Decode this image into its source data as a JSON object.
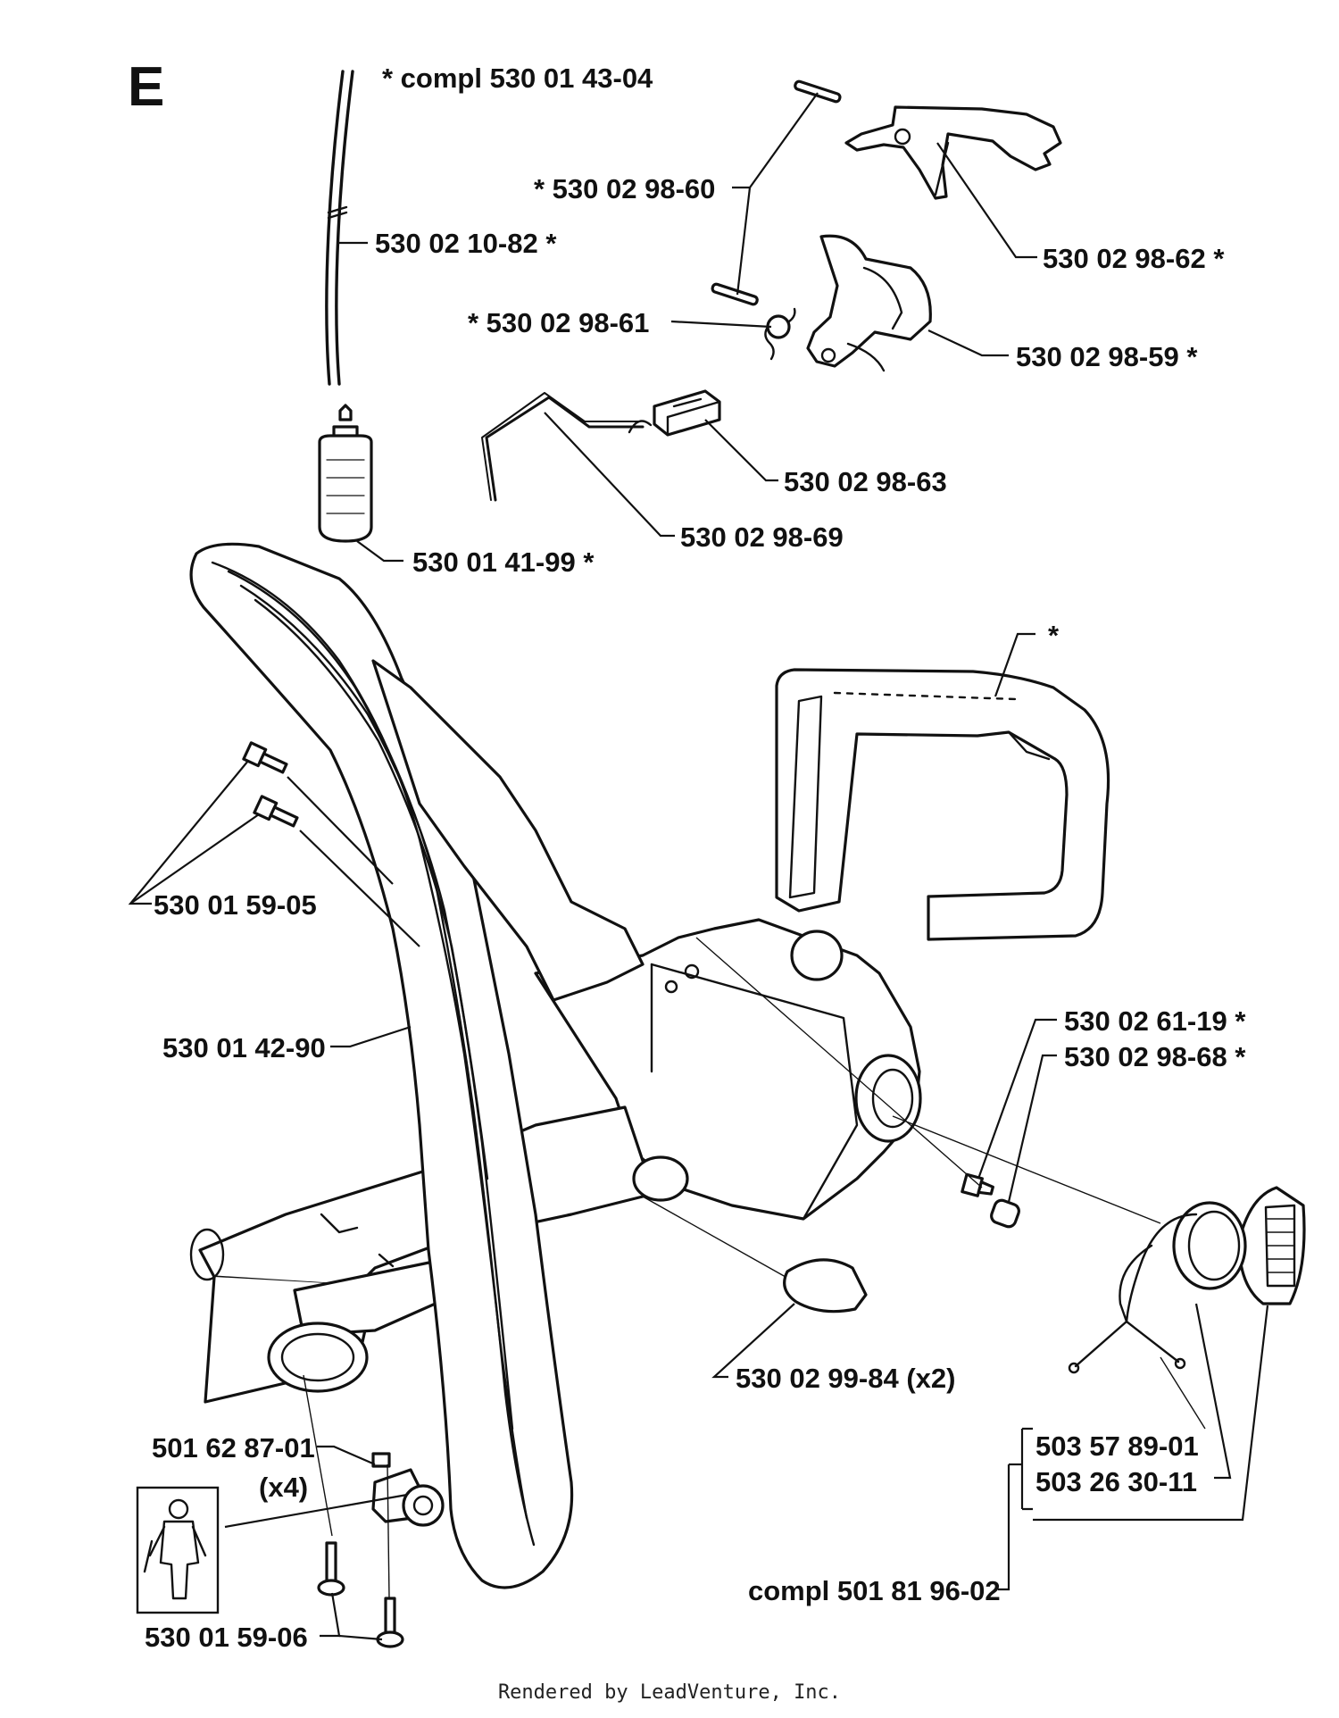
{
  "section_letter": "E",
  "footer": "Rendered by LeadVenture, Inc.",
  "labels": {
    "fuel_hose_compl": "*  compl 530 01 43-04",
    "fuel_hose": "530 02 10-82  *",
    "fuel_filter": "530 01 41-99  *",
    "pin": "*  530 02 98-60",
    "throttle_lockout": "530 02 98-62  *",
    "spring": "*  530 02 98-61",
    "throttle_trigger": "530 02 98-59  *",
    "rubber_pad": "530 02 98-63",
    "throttle_rod": "530 02 98-69",
    "handle_star": "*",
    "handle_screws": "530 01 59-05",
    "front_handle": "530 01 42-90",
    "screw_a": "530 02 61-19  *",
    "nut_a": "530 02 98-68  *",
    "av_buffer": "530 02 99-84 (x2)",
    "av_element": "501 62 87-01",
    "av_element_qty": "(x4)",
    "bottom_screws": "530 01 59-06",
    "cap_part_1": "503 57 89-01",
    "cap_part_2": "503 26 30-11",
    "fuel_cap_compl": "compl 501 81 96-02"
  }
}
